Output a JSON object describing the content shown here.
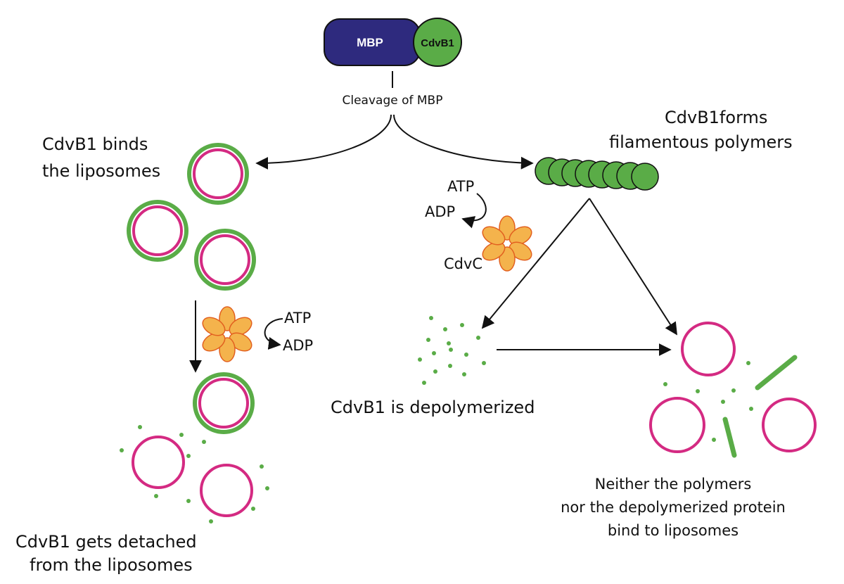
{
  "fusion": {
    "mbp": "MBP",
    "cdvb1": "CdvB1"
  },
  "cleavage": "Cleavage of MBP",
  "left": {
    "binds_line1": "CdvB1 binds",
    "binds_line2": "the liposomes",
    "atp": "ATP",
    "adp": "ADP",
    "detached_line1": "CdvB1 gets detached",
    "detached_line2": "from the liposomes"
  },
  "right": {
    "forms_line1": "CdvB1forms",
    "forms_line2": "filamentous polymers",
    "atp": "ATP",
    "adp": "ADP",
    "cdvc": "CdvC",
    "depolymerized": "CdvB1 is depolymerized",
    "neither_line1": "Neither the polymers",
    "neither_line2": "nor the depolymerized protein",
    "neither_line3": "bind to liposomes"
  },
  "colors": {
    "mbp": "#2e2a7e",
    "cdvb1_green": "#5aac47",
    "membrane_magenta": "#d42a82",
    "cdvc_orange": "#f4b34c",
    "cdvc_outline": "#e2601f"
  }
}
